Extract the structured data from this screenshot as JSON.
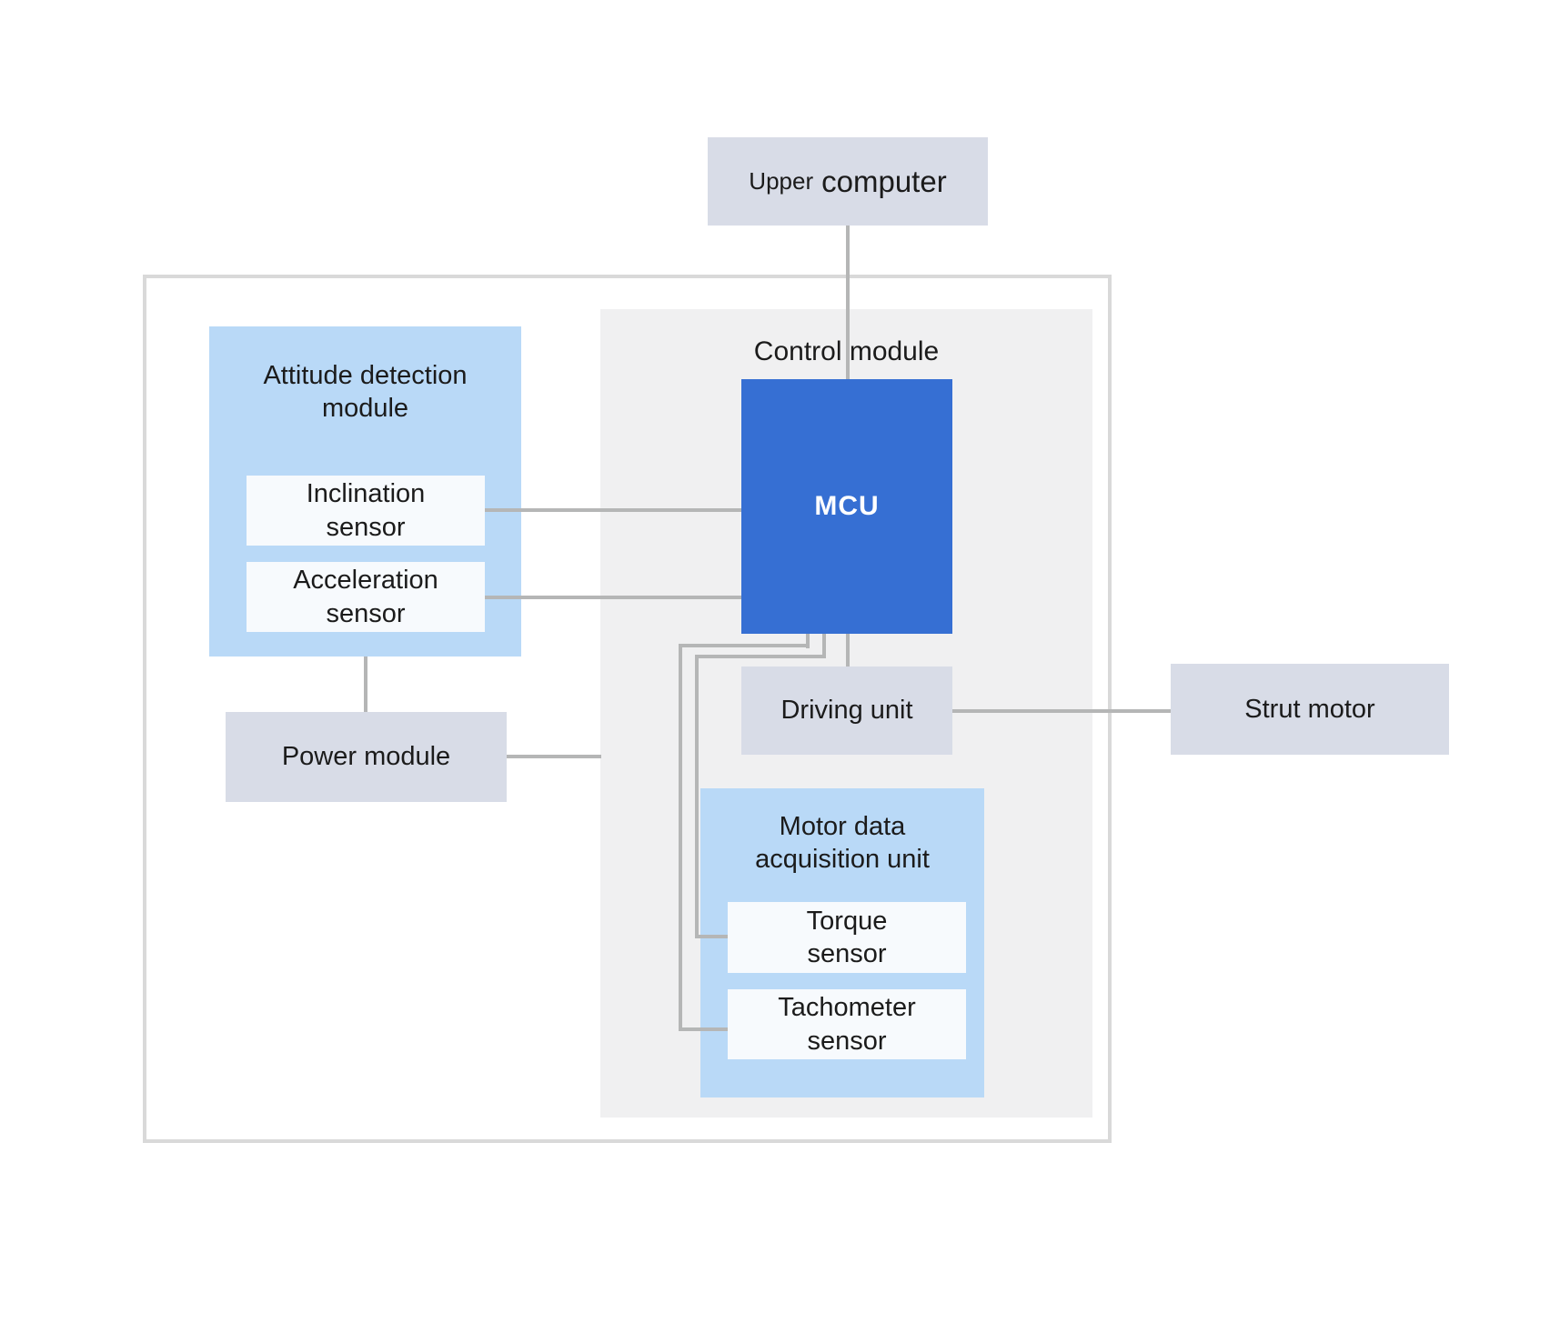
{
  "colors": {
    "node_gray": "#d8dce7",
    "node_blue": "#366fd3",
    "light_blue": "#b9d9f7",
    "sensor_white": "#f7fafd",
    "panel_gray": "#f0f0f1",
    "connector": "#b5b6b6",
    "boundary": "#d9d9d9",
    "text": "#1b1b1b",
    "mcu_text": "#ffffff"
  },
  "nodes": {
    "upper_computer": {
      "label": "Upper computer",
      "label_parts": [
        "Upper",
        "computer"
      ]
    },
    "control_module": {
      "label": "Control module"
    },
    "mcu": {
      "label": "MCU"
    },
    "attitude_module": {
      "label": "Attitude detection module"
    },
    "inclination_sensor": {
      "label": "Inclination sensor"
    },
    "acceleration_sensor": {
      "label": "Acceleration sensor"
    },
    "power_module": {
      "label": "Power module"
    },
    "driving_unit": {
      "label": "Driving unit"
    },
    "strut_motor": {
      "label": "Strut motor"
    },
    "motor_data_unit": {
      "label": "Motor data acquisition unit"
    },
    "torque_sensor": {
      "label": "Torque sensor"
    },
    "tachometer_sensor": {
      "label": "Tachometer sensor"
    }
  },
  "edges": [
    {
      "from": "Upper computer",
      "to": "MCU"
    },
    {
      "from": "Inclination sensor",
      "to": "MCU"
    },
    {
      "from": "Acceleration sensor",
      "to": "MCU"
    },
    {
      "from": "Attitude detection module",
      "to": "Power module"
    },
    {
      "from": "Power module",
      "to": "Control module"
    },
    {
      "from": "MCU",
      "to": "Driving unit"
    },
    {
      "from": "MCU",
      "to": "Torque sensor"
    },
    {
      "from": "MCU",
      "to": "Tachometer sensor"
    },
    {
      "from": "Driving unit",
      "to": "Strut motor"
    }
  ]
}
